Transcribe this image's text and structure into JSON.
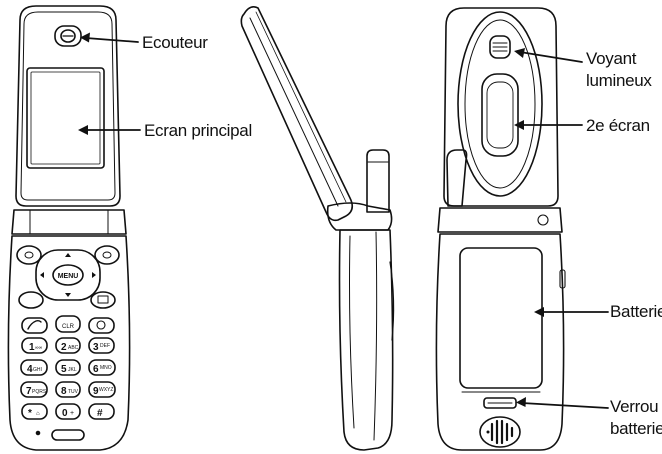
{
  "labels": {
    "earpiece": "Ecouteur",
    "main_screen": "Ecran principal",
    "indicator_line1": "Voyant",
    "indicator_line2": "lumineux",
    "second_screen": "2e écran",
    "battery": "Batterie",
    "battery_lock_line1": "Verrou",
    "battery_lock_line2": "batterie"
  },
  "keypad": {
    "menu": "MENU",
    "clr": "CLR",
    "keys": [
      {
        "digit": "1",
        "letters": "∞∞"
      },
      {
        "digit": "2",
        "letters": "ABC"
      },
      {
        "digit": "3",
        "letters": "DEF"
      },
      {
        "digit": "4",
        "letters": "GHI"
      },
      {
        "digit": "5",
        "letters": "JKL"
      },
      {
        "digit": "6",
        "letters": "MNO"
      },
      {
        "digit": "7",
        "letters": "PQRS"
      },
      {
        "digit": "8",
        "letters": "TUV"
      },
      {
        "digit": "9",
        "letters": "WXYZ"
      },
      {
        "digit": "*",
        "letters": "⌂"
      },
      {
        "digit": "0",
        "letters": "+"
      },
      {
        "digit": "#",
        "letters": ""
      }
    ]
  },
  "colors": {
    "line": "#111111",
    "background": "#ffffff",
    "screen_fill": "#ffffff",
    "detail": "#555555"
  }
}
